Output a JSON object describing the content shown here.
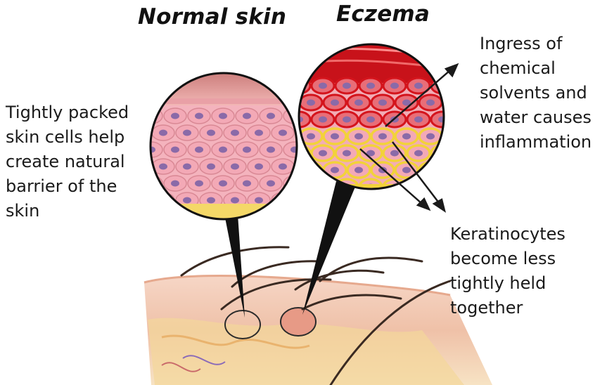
{
  "headings": {
    "normal": "Normal skin",
    "eczema": "Eczema"
  },
  "captions": {
    "normal_barrier": [
      "Tightly packed",
      "skin cells help",
      "create natural",
      "barrier of the",
      "skin"
    ],
    "ingress": [
      "Ingress of",
      "chemical",
      "solvents and",
      "water causes",
      "inflammation"
    ],
    "keratinocytes": [
      "Keratinocytes",
      "become less",
      "tightly held",
      "together"
    ]
  },
  "colors": {
    "normal_cell": "#f3a9b6",
    "nucleus": "#8a6aa8",
    "eczema_red": "#d4141c",
    "lipid_yellow": "#f2d23a",
    "skin_surface": "#f1c9b3",
    "hair": "#3a2a22"
  }
}
